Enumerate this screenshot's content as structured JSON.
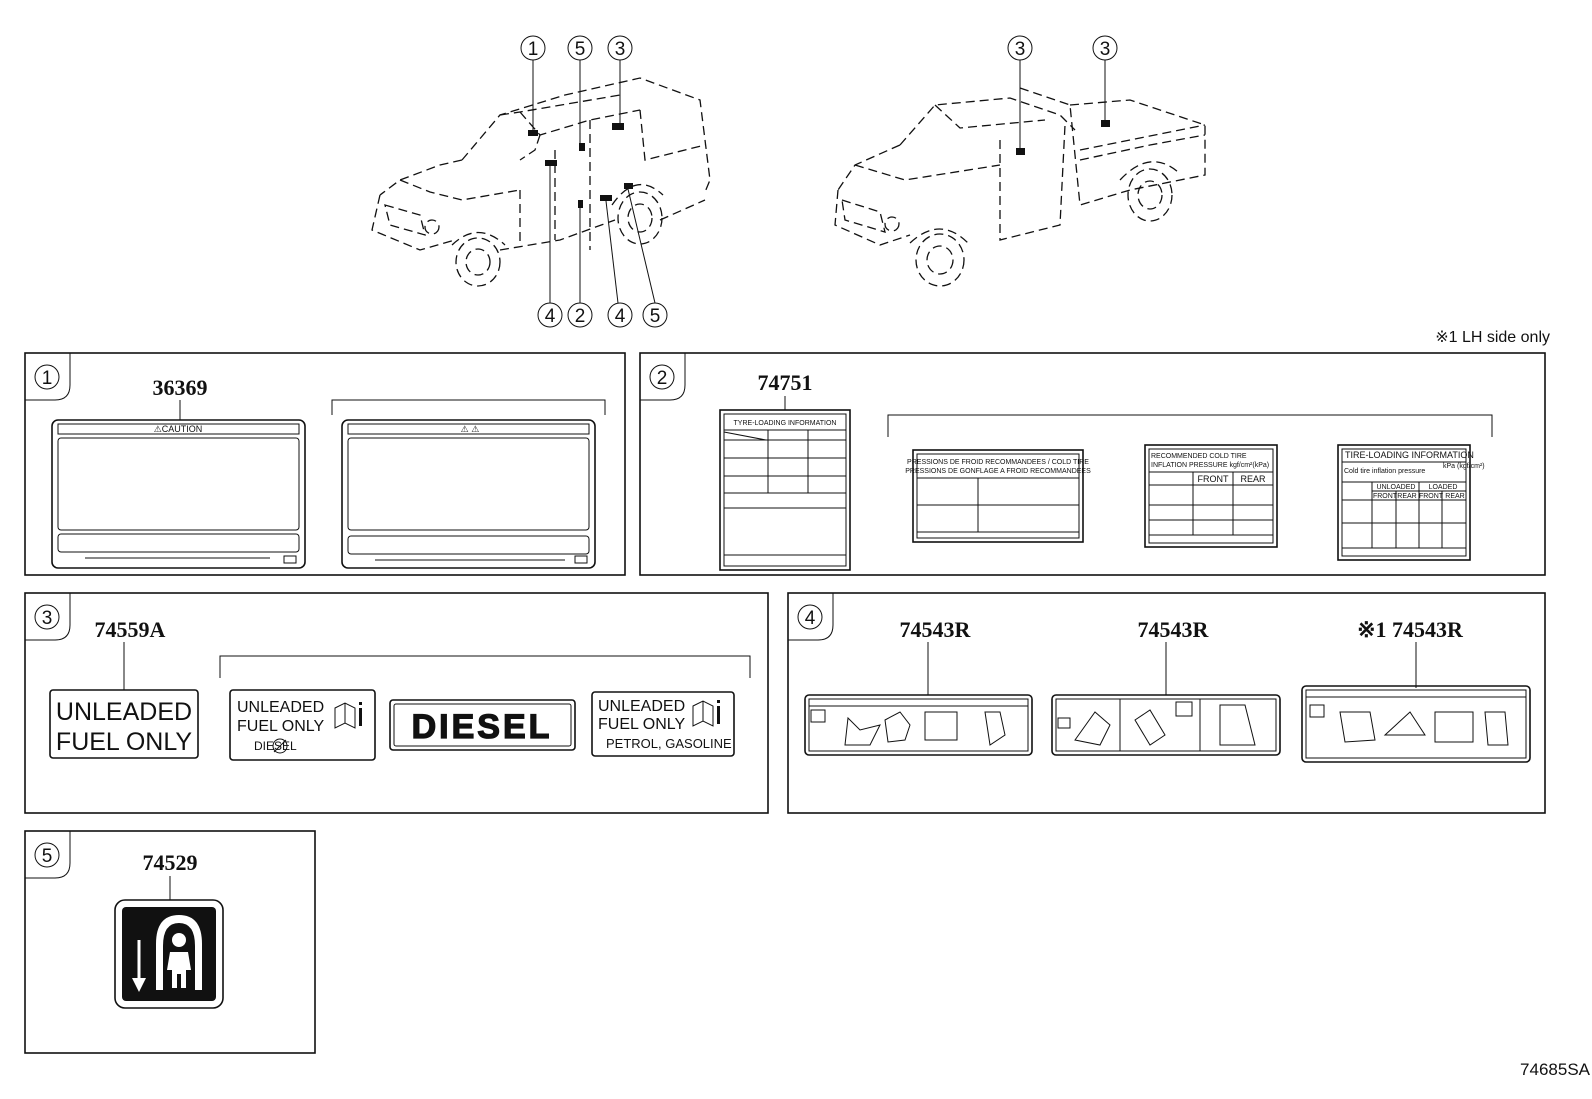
{
  "footnote": "※1 LH side only",
  "diagram_code": "74685SA",
  "vehicle_callouts": {
    "wagon_top": [
      "1",
      "5",
      "3"
    ],
    "wagon_bottom": [
      "4",
      "2",
      "4",
      "5"
    ],
    "pickup_top": [
      "3",
      "3"
    ]
  },
  "panels": {
    "p1": {
      "number": "1",
      "part_number": "36369",
      "label_a_header": "⚠CAUTION",
      "label_b_header": "⚠ ⚠"
    },
    "p2": {
      "number": "2",
      "part_number": "74751",
      "label_a_title": "TYRE-LOADING INFORMATION",
      "label_b_line1": "PRESSIONS DE FROID RECOMMANDEES / COLD TIRE",
      "label_b_line2": "PRESSIONS DE GONFLAGE A FROID RECOMMANDEES",
      "label_c_line1": "RECOMMENDED COLD TIRE",
      "label_c_line2": "INFLATION PRESSURE kgf/cm²(kPa)",
      "label_c_front": "FRONT",
      "label_c_rear": "REAR",
      "label_d_title": "TIRE-LOADING INFORMATION",
      "label_d_sub": "Cold tire inflation pressure",
      "label_d_unit": "kPa (kgf/cm²)",
      "label_d_unloaded": "UNLOADED",
      "label_d_loaded": "LOADED",
      "label_d_front1": "FRONT",
      "label_d_rear1": "REAR",
      "label_d_front2": "FRONT",
      "label_d_rear2": "REAR"
    },
    "p3": {
      "number": "3",
      "part_number": "74559A",
      "label_a_line1": "UNLEADED",
      "label_a_line2": "FUEL ONLY",
      "label_b_line1": "UNLEADED",
      "label_b_line2": "FUEL ONLY",
      "label_b_line3": "DIESEL",
      "label_c": "DIESEL",
      "label_d_line1": "UNLEADED",
      "label_d_line2": "FUEL ONLY",
      "label_d_line3": "PETROL, GASOLINE"
    },
    "p4": {
      "number": "4",
      "part_number_a": "74543R",
      "part_number_b": "74543R",
      "part_number_c": "※1 74543R"
    },
    "p5": {
      "number": "5",
      "part_number": "74529"
    }
  }
}
